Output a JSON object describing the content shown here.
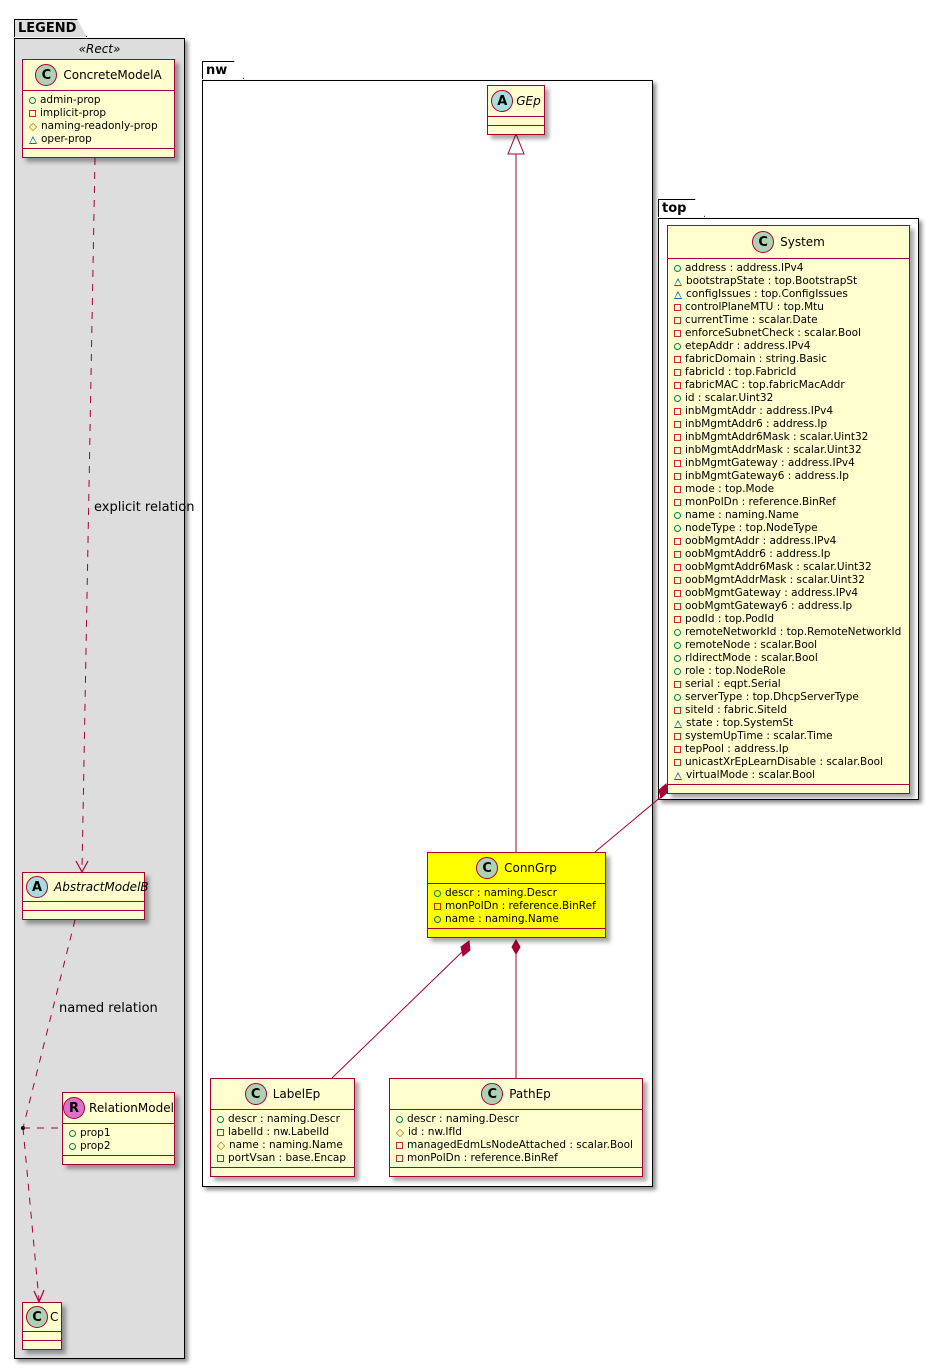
{
  "packages": {
    "legend": {
      "name": "LEGEND",
      "stereotype": "«Rect»"
    },
    "nw": {
      "name": "nw"
    },
    "top": {
      "name": "top"
    }
  },
  "legend_classes": {
    "concrete": {
      "badge": "C",
      "name": "ConcreteModelA",
      "attrs": [
        {
          "vis": "pub",
          "text": "admin-prop"
        },
        {
          "vis": "priv",
          "text": "implicit-prop"
        },
        {
          "vis": "prot",
          "text": "naming-readonly-prop"
        },
        {
          "vis": "pkg",
          "text": "oper-prop"
        }
      ]
    },
    "abstract": {
      "badge": "A",
      "name": "AbstractModelB"
    },
    "relation": {
      "badge": "R",
      "name": "RelationModel",
      "attrs": [
        {
          "vis": "pub",
          "text": "prop1"
        },
        {
          "vis": "pub",
          "text": "prop2"
        }
      ]
    },
    "c": {
      "badge": "C",
      "name": "C"
    }
  },
  "legend_labels": {
    "explicit": "explicit relation",
    "named": "named relation"
  },
  "nw_classes": {
    "gep": {
      "badge": "A",
      "name": "GEp"
    },
    "conngrp": {
      "badge": "C",
      "name": "ConnGrp",
      "highlight_color": "#ffff00",
      "attrs": [
        {
          "vis": "pub",
          "text": "descr : naming.Descr"
        },
        {
          "vis": "priv",
          "text": "monPolDn : reference.BinRef"
        },
        {
          "vis": "pub",
          "text": "name : naming.Name"
        }
      ]
    },
    "labelep": {
      "badge": "C",
      "name": "LabelEp",
      "attrs": [
        {
          "vis": "pub",
          "text": "descr : naming.Descr"
        },
        {
          "vis": "priv",
          "text": "labelId : nw.LabelId"
        },
        {
          "vis": "prot",
          "text": "name : naming.Name"
        },
        {
          "vis": "priv",
          "text": "portVsan : base.Encap"
        }
      ]
    },
    "pathep": {
      "badge": "C",
      "name": "PathEp",
      "attrs": [
        {
          "vis": "pub",
          "text": "descr : naming.Descr"
        },
        {
          "vis": "prot",
          "text": "id : nw.IfId"
        },
        {
          "vis": "priv",
          "text": "managedEdmLsNodeAttached : scalar.Bool"
        },
        {
          "vis": "priv",
          "text": "monPolDn : reference.BinRef"
        }
      ]
    }
  },
  "top_classes": {
    "system": {
      "badge": "C",
      "name": "System",
      "attrs": [
        {
          "vis": "pub",
          "text": "address : address.IPv4"
        },
        {
          "vis": "pkg",
          "text": "bootstrapState : top.BootstrapSt"
        },
        {
          "vis": "pkg",
          "text": "configIssues : top.ConfigIssues"
        },
        {
          "vis": "priv",
          "text": "controlPlaneMTU : top.Mtu"
        },
        {
          "vis": "priv",
          "text": "currentTime : scalar.Date"
        },
        {
          "vis": "priv",
          "text": "enforceSubnetCheck : scalar.Bool"
        },
        {
          "vis": "pub",
          "text": "etepAddr : address.IPv4"
        },
        {
          "vis": "priv",
          "text": "fabricDomain : string.Basic"
        },
        {
          "vis": "priv",
          "text": "fabricId : top.FabricId"
        },
        {
          "vis": "priv",
          "text": "fabricMAC : top.fabricMacAddr"
        },
        {
          "vis": "pub",
          "text": "id : scalar.Uint32"
        },
        {
          "vis": "priv",
          "text": "inbMgmtAddr : address.IPv4"
        },
        {
          "vis": "priv",
          "text": "inbMgmtAddr6 : address.Ip"
        },
        {
          "vis": "priv",
          "text": "inbMgmtAddr6Mask : scalar.Uint32"
        },
        {
          "vis": "priv",
          "text": "inbMgmtAddrMask : scalar.Uint32"
        },
        {
          "vis": "priv",
          "text": "inbMgmtGateway : address.IPv4"
        },
        {
          "vis": "priv",
          "text": "inbMgmtGateway6 : address.Ip"
        },
        {
          "vis": "priv",
          "text": "mode : top.Mode"
        },
        {
          "vis": "priv",
          "text": "monPolDn : reference.BinRef"
        },
        {
          "vis": "pub",
          "text": "name : naming.Name"
        },
        {
          "vis": "pub",
          "text": "nodeType : top.NodeType"
        },
        {
          "vis": "priv",
          "text": "oobMgmtAddr : address.IPv4"
        },
        {
          "vis": "priv",
          "text": "oobMgmtAddr6 : address.Ip"
        },
        {
          "vis": "priv",
          "text": "oobMgmtAddr6Mask : scalar.Uint32"
        },
        {
          "vis": "priv",
          "text": "oobMgmtAddrMask : scalar.Uint32"
        },
        {
          "vis": "priv",
          "text": "oobMgmtGateway : address.IPv4"
        },
        {
          "vis": "priv",
          "text": "oobMgmtGateway6 : address.Ip"
        },
        {
          "vis": "priv",
          "text": "podId : top.PodId"
        },
        {
          "vis": "pub",
          "text": "remoteNetworkId : top.RemoteNetworkId"
        },
        {
          "vis": "pub",
          "text": "remoteNode : scalar.Bool"
        },
        {
          "vis": "pub",
          "text": "rldirectMode : scalar.Bool"
        },
        {
          "vis": "pub",
          "text": "role : top.NodeRole"
        },
        {
          "vis": "priv",
          "text": "serial : eqpt.Serial"
        },
        {
          "vis": "pub",
          "text": "serverType : top.DhcpServerType"
        },
        {
          "vis": "priv",
          "text": "siteId : fabric.SiteId"
        },
        {
          "vis": "pkg",
          "text": "state : top.SystemSt"
        },
        {
          "vis": "priv",
          "text": "systemUpTime : scalar.Time"
        },
        {
          "vis": "priv",
          "text": "tepPool : address.Ip"
        },
        {
          "vis": "priv",
          "text": "unicastXrEpLearnDisable : scalar.Bool"
        },
        {
          "vis": "pkg",
          "text": "virtualMode : scalar.Bool"
        }
      ]
    }
  },
  "relations": [
    {
      "from": "ConcreteModelA",
      "to": "AbstractModelB",
      "kind": "dependency",
      "label": "explicit relation"
    },
    {
      "from": "AbstractModelB",
      "to": "C",
      "kind": "dependency",
      "label": "named relation",
      "association_class": "RelationModel"
    },
    {
      "from": "ConnGrp",
      "to": "GEp",
      "kind": "generalization"
    },
    {
      "from": "System",
      "to": "ConnGrp",
      "kind": "composition"
    },
    {
      "from": "ConnGrp",
      "to": "LabelEp",
      "kind": "composition"
    },
    {
      "from": "ConnGrp",
      "to": "PathEp",
      "kind": "composition"
    }
  ],
  "colors": {
    "class_fill": "#fefece",
    "class_border": "#a80036",
    "legend_bg": "#dddddd",
    "highlight": "#ffff00"
  }
}
